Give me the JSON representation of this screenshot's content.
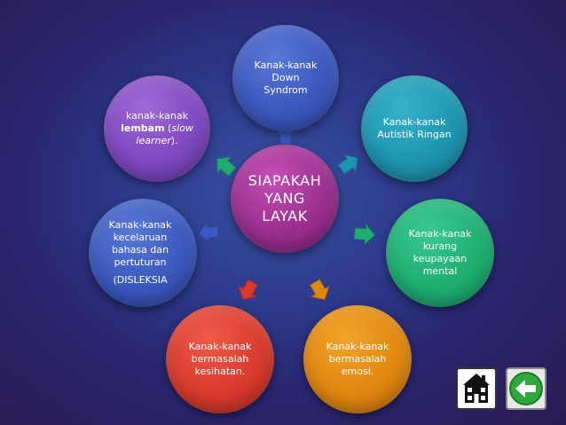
{
  "center": {
    "lines": [
      "SIAPAKAH",
      "YANG",
      "LAYAK"
    ]
  },
  "nodes": {
    "down": {
      "lines": [
        "Kanak-kanak",
        "Down",
        "Syndrom"
      ]
    },
    "autistik": {
      "lines": [
        "Kanak-kanak",
        "Autistik Ringan"
      ]
    },
    "mental": {
      "lines": [
        "Kanak-kanak",
        "kurang",
        "keupayaan",
        "mental"
      ]
    },
    "emosi": {
      "lines": [
        "Kanak-kanak",
        "bermasalah",
        "emosi."
      ]
    },
    "kesihatan": {
      "lines": [
        "Kanak-kanak",
        "bermasalah",
        "kesihatan."
      ]
    },
    "disleksia": {
      "lines": [
        "Kanak-kanak",
        "kecelaruan",
        "bahasa dan",
        "pertuturan"
      ],
      "extra": "(DISLEKSIA"
    },
    "lembam": {
      "line1": "kanak-kanak",
      "bold": "lembam",
      "open": " (",
      "italic1": "slow",
      "italic2": "learner",
      "close": ")."
    }
  },
  "colors": {
    "center": "#9a2f8f",
    "down": "#3b58be",
    "autistik": "#1e95b0",
    "mental": "#1fae72",
    "emosi": "#e0870f",
    "kesihatan": "#d83b2d",
    "disleksia": "#3b58be",
    "lembam": "#7e48bf"
  },
  "icons": {
    "home": "home-icon",
    "back": "back-arrow-icon"
  }
}
